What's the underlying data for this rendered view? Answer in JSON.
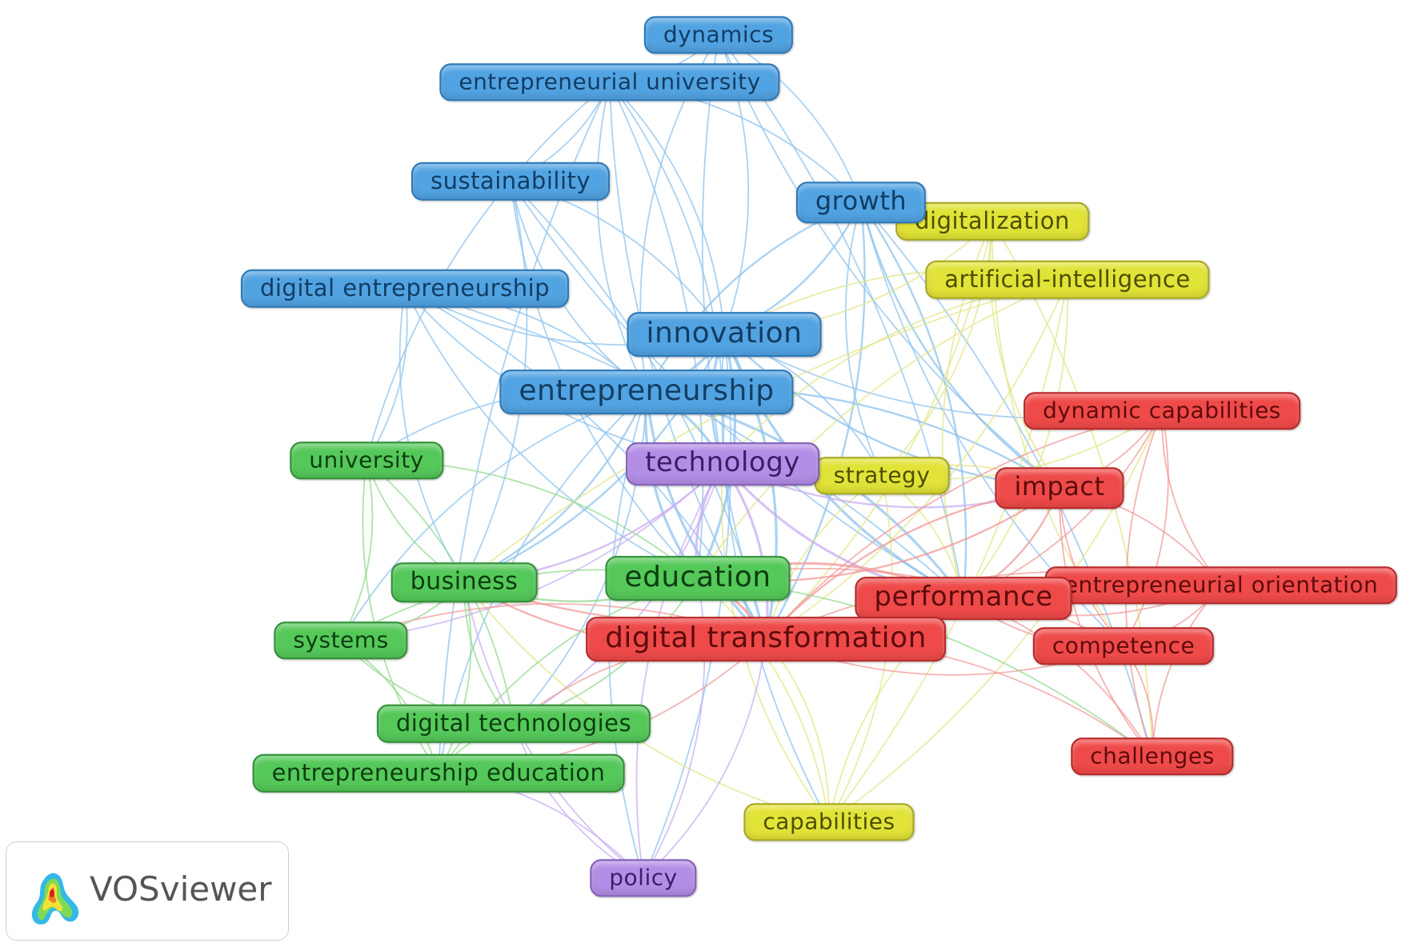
{
  "colors": {
    "blue": "#52a3e2",
    "yellow": "#e2e338",
    "red": "#ef4a4a",
    "green": "#55c85a",
    "purple": "#b48ee6",
    "link_blue": "#8ec3ee",
    "link_yellow": "#e3e58a",
    "link_red": "#f29a9a",
    "link_green": "#93d98e",
    "link_purple": "#c9aef0"
  },
  "nodes": [
    {
      "id": "dynamics",
      "label": "dynamics",
      "cluster": "blue",
      "weight": 2
    },
    {
      "id": "entrepreneurial_university",
      "label": "entrepreneurial university",
      "cluster": "blue",
      "weight": 2
    },
    {
      "id": "sustainability",
      "label": "sustainability",
      "cluster": "blue",
      "weight": 2
    },
    {
      "id": "growth",
      "label": "growth",
      "cluster": "blue",
      "weight": 3
    },
    {
      "id": "digital_entrepreneurship",
      "label": "digital entrepreneurship",
      "cluster": "blue",
      "weight": 2
    },
    {
      "id": "innovation",
      "label": "innovation",
      "cluster": "blue",
      "weight": 5
    },
    {
      "id": "entrepreneurship",
      "label": "entrepreneurship",
      "cluster": "blue",
      "weight": 5
    },
    {
      "id": "digitalization",
      "label": "digitalization",
      "cluster": "yellow",
      "weight": 2
    },
    {
      "id": "artificial_intelligence",
      "label": "artificial-intelligence",
      "cluster": "yellow",
      "weight": 2
    },
    {
      "id": "strategy",
      "label": "strategy",
      "cluster": "yellow",
      "weight": 1
    },
    {
      "id": "capabilities",
      "label": "capabilities",
      "cluster": "yellow",
      "weight": 2
    },
    {
      "id": "technology",
      "label": "technology",
      "cluster": "purple",
      "weight": 4
    },
    {
      "id": "policy",
      "label": "policy",
      "cluster": "purple",
      "weight": 2
    },
    {
      "id": "dynamic_capabilities",
      "label": "dynamic capabilities",
      "cluster": "red",
      "weight": 2
    },
    {
      "id": "impact",
      "label": "impact",
      "cluster": "red",
      "weight": 3
    },
    {
      "id": "entrepreneurial_orientation",
      "label": "entrepreneurial orientation",
      "cluster": "red",
      "weight": 2
    },
    {
      "id": "performance",
      "label": "performance",
      "cluster": "red",
      "weight": 4
    },
    {
      "id": "digital_transformation",
      "label": "digital transformation",
      "cluster": "red",
      "weight": 5
    },
    {
      "id": "competence",
      "label": "competence",
      "cluster": "red",
      "weight": 2
    },
    {
      "id": "challenges",
      "label": "challenges",
      "cluster": "red",
      "weight": 2
    },
    {
      "id": "university",
      "label": "university",
      "cluster": "green",
      "weight": 2
    },
    {
      "id": "business",
      "label": "business",
      "cluster": "green",
      "weight": 3
    },
    {
      "id": "education",
      "label": "education",
      "cluster": "green",
      "weight": 5
    },
    {
      "id": "systems",
      "label": "systems",
      "cluster": "green",
      "weight": 2
    },
    {
      "id": "digital_technologies",
      "label": "digital technologies",
      "cluster": "green",
      "weight": 2
    },
    {
      "id": "entrepreneurship_education",
      "label": "entrepreneurship education",
      "cluster": "green",
      "weight": 2
    }
  ],
  "links": [
    [
      "dynamics",
      "innovation"
    ],
    [
      "dynamics",
      "entrepreneurship"
    ],
    [
      "dynamics",
      "growth"
    ],
    [
      "dynamics",
      "digital_transformation"
    ],
    [
      "dynamics",
      "performance"
    ],
    [
      "dynamics",
      "impact"
    ],
    [
      "entrepreneurial_university",
      "innovation"
    ],
    [
      "entrepreneurial_university",
      "entrepreneurship"
    ],
    [
      "entrepreneurial_university",
      "education"
    ],
    [
      "entrepreneurial_university",
      "university"
    ],
    [
      "entrepreneurial_university",
      "technology"
    ],
    [
      "entrepreneurial_university",
      "entrepreneurship_education"
    ],
    [
      "entrepreneurial_university",
      "growth"
    ],
    [
      "entrepreneurial_university",
      "digital_transformation"
    ],
    [
      "entrepreneurial_university",
      "sustainability"
    ],
    [
      "entrepreneurial_university",
      "dynamics"
    ],
    [
      "sustainability",
      "innovation"
    ],
    [
      "sustainability",
      "entrepreneurship"
    ],
    [
      "sustainability",
      "digital_transformation"
    ],
    [
      "sustainability",
      "education"
    ],
    [
      "sustainability",
      "business"
    ],
    [
      "sustainability",
      "performance"
    ],
    [
      "growth",
      "innovation"
    ],
    [
      "growth",
      "entrepreneurship"
    ],
    [
      "growth",
      "performance"
    ],
    [
      "growth",
      "impact"
    ],
    [
      "growth",
      "digital_transformation"
    ],
    [
      "growth",
      "strategy"
    ],
    [
      "growth",
      "challenges"
    ],
    [
      "growth",
      "competence"
    ],
    [
      "digital_entrepreneurship",
      "entrepreneurship"
    ],
    [
      "digital_entrepreneurship",
      "innovation"
    ],
    [
      "digital_entrepreneurship",
      "digital_transformation"
    ],
    [
      "digital_entrepreneurship",
      "education"
    ],
    [
      "digital_entrepreneurship",
      "university"
    ],
    [
      "digital_entrepreneurship",
      "business"
    ],
    [
      "digital_entrepreneurship",
      "performance"
    ],
    [
      "digital_entrepreneurship",
      "technology"
    ],
    [
      "innovation",
      "entrepreneurship"
    ],
    [
      "innovation",
      "technology"
    ],
    [
      "innovation",
      "digital_transformation"
    ],
    [
      "innovation",
      "performance"
    ],
    [
      "innovation",
      "education"
    ],
    [
      "innovation",
      "impact"
    ],
    [
      "innovation",
      "strategy"
    ],
    [
      "innovation",
      "dynamic_capabilities"
    ],
    [
      "innovation",
      "business"
    ],
    [
      "innovation",
      "capabilities"
    ],
    [
      "innovation",
      "policy"
    ],
    [
      "entrepreneurship",
      "education"
    ],
    [
      "entrepreneurship",
      "technology"
    ],
    [
      "entrepreneurship",
      "digital_transformation"
    ],
    [
      "entrepreneurship",
      "performance"
    ],
    [
      "entrepreneurship",
      "university"
    ],
    [
      "entrepreneurship",
      "business"
    ],
    [
      "entrepreneurship",
      "systems"
    ],
    [
      "entrepreneurship",
      "digital_technologies"
    ],
    [
      "entrepreneurship",
      "entrepreneurship_education"
    ],
    [
      "entrepreneurship",
      "impact"
    ],
    [
      "entrepreneurship",
      "policy"
    ],
    [
      "digitalization",
      "innovation"
    ],
    [
      "digitalization",
      "performance"
    ],
    [
      "digitalization",
      "digital_transformation"
    ],
    [
      "digitalization",
      "impact"
    ],
    [
      "digitalization",
      "strategy"
    ],
    [
      "digitalization",
      "competence"
    ],
    [
      "digitalization",
      "challenges"
    ],
    [
      "artificial_intelligence",
      "innovation"
    ],
    [
      "artificial_intelligence",
      "digital_transformation"
    ],
    [
      "artificial_intelligence",
      "education"
    ],
    [
      "artificial_intelligence",
      "performance"
    ],
    [
      "artificial_intelligence",
      "technology"
    ],
    [
      "artificial_intelligence",
      "capabilities"
    ],
    [
      "artificial_intelligence",
      "business"
    ],
    [
      "strategy",
      "performance"
    ],
    [
      "strategy",
      "digital_transformation"
    ],
    [
      "strategy",
      "impact"
    ],
    [
      "strategy",
      "dynamic_capabilities"
    ],
    [
      "strategy",
      "capabilities"
    ],
    [
      "capabilities",
      "digital_transformation"
    ],
    [
      "capabilities",
      "performance"
    ],
    [
      "capabilities",
      "education"
    ],
    [
      "capabilities",
      "technology"
    ],
    [
      "capabilities",
      "dynamic_capabilities"
    ],
    [
      "capabilities",
      "business"
    ],
    [
      "technology",
      "education"
    ],
    [
      "technology",
      "digital_transformation"
    ],
    [
      "technology",
      "performance"
    ],
    [
      "technology",
      "business"
    ],
    [
      "technology",
      "policy"
    ],
    [
      "technology",
      "systems"
    ],
    [
      "technology",
      "impact"
    ],
    [
      "technology",
      "digital_technologies"
    ],
    [
      "policy",
      "education"
    ],
    [
      "policy",
      "digital_technologies"
    ],
    [
      "policy",
      "entrepreneurship_education"
    ],
    [
      "policy",
      "business"
    ],
    [
      "policy",
      "digital_transformation"
    ],
    [
      "dynamic_capabilities",
      "performance"
    ],
    [
      "dynamic_capabilities",
      "digital_transformation"
    ],
    [
      "dynamic_capabilities",
      "impact"
    ],
    [
      "dynamic_capabilities",
      "entrepreneurial_orientation"
    ],
    [
      "dynamic_capabilities",
      "competence"
    ],
    [
      "dynamic_capabilities",
      "challenges"
    ],
    [
      "impact",
      "performance"
    ],
    [
      "impact",
      "digital_transformation"
    ],
    [
      "impact",
      "entrepreneurial_orientation"
    ],
    [
      "impact",
      "competence"
    ],
    [
      "impact",
      "education"
    ],
    [
      "impact",
      "challenges"
    ],
    [
      "entrepreneurial_orientation",
      "performance"
    ],
    [
      "entrepreneurial_orientation",
      "digital_transformation"
    ],
    [
      "entrepreneurial_orientation",
      "competence"
    ],
    [
      "entrepreneurial_orientation",
      "challenges"
    ],
    [
      "performance",
      "digital_transformation"
    ],
    [
      "performance",
      "competence"
    ],
    [
      "performance",
      "challenges"
    ],
    [
      "performance",
      "education"
    ],
    [
      "performance",
      "business"
    ],
    [
      "digital_transformation",
      "education"
    ],
    [
      "digital_transformation",
      "business"
    ],
    [
      "digital_transformation",
      "competence"
    ],
    [
      "digital_transformation",
      "challenges"
    ],
    [
      "digital_transformation",
      "digital_technologies"
    ],
    [
      "digital_transformation",
      "entrepreneurship_education"
    ],
    [
      "digital_transformation",
      "systems"
    ],
    [
      "competence",
      "challenges"
    ],
    [
      "competence",
      "education"
    ],
    [
      "university",
      "education"
    ],
    [
      "university",
      "business"
    ],
    [
      "university",
      "systems"
    ],
    [
      "university",
      "entrepreneurship_education"
    ],
    [
      "university",
      "digital_technologies"
    ],
    [
      "business",
      "education"
    ],
    [
      "business",
      "systems"
    ],
    [
      "business",
      "digital_technologies"
    ],
    [
      "business",
      "entrepreneurship_education"
    ],
    [
      "education",
      "systems"
    ],
    [
      "education",
      "digital_technologies"
    ],
    [
      "education",
      "entrepreneurship_education"
    ],
    [
      "education",
      "challenges"
    ],
    [
      "systems",
      "digital_technologies"
    ],
    [
      "systems",
      "entrepreneurship_education"
    ],
    [
      "digital_technologies",
      "entrepreneurship_education"
    ]
  ],
  "logo": {
    "text": "VOSviewer"
  }
}
